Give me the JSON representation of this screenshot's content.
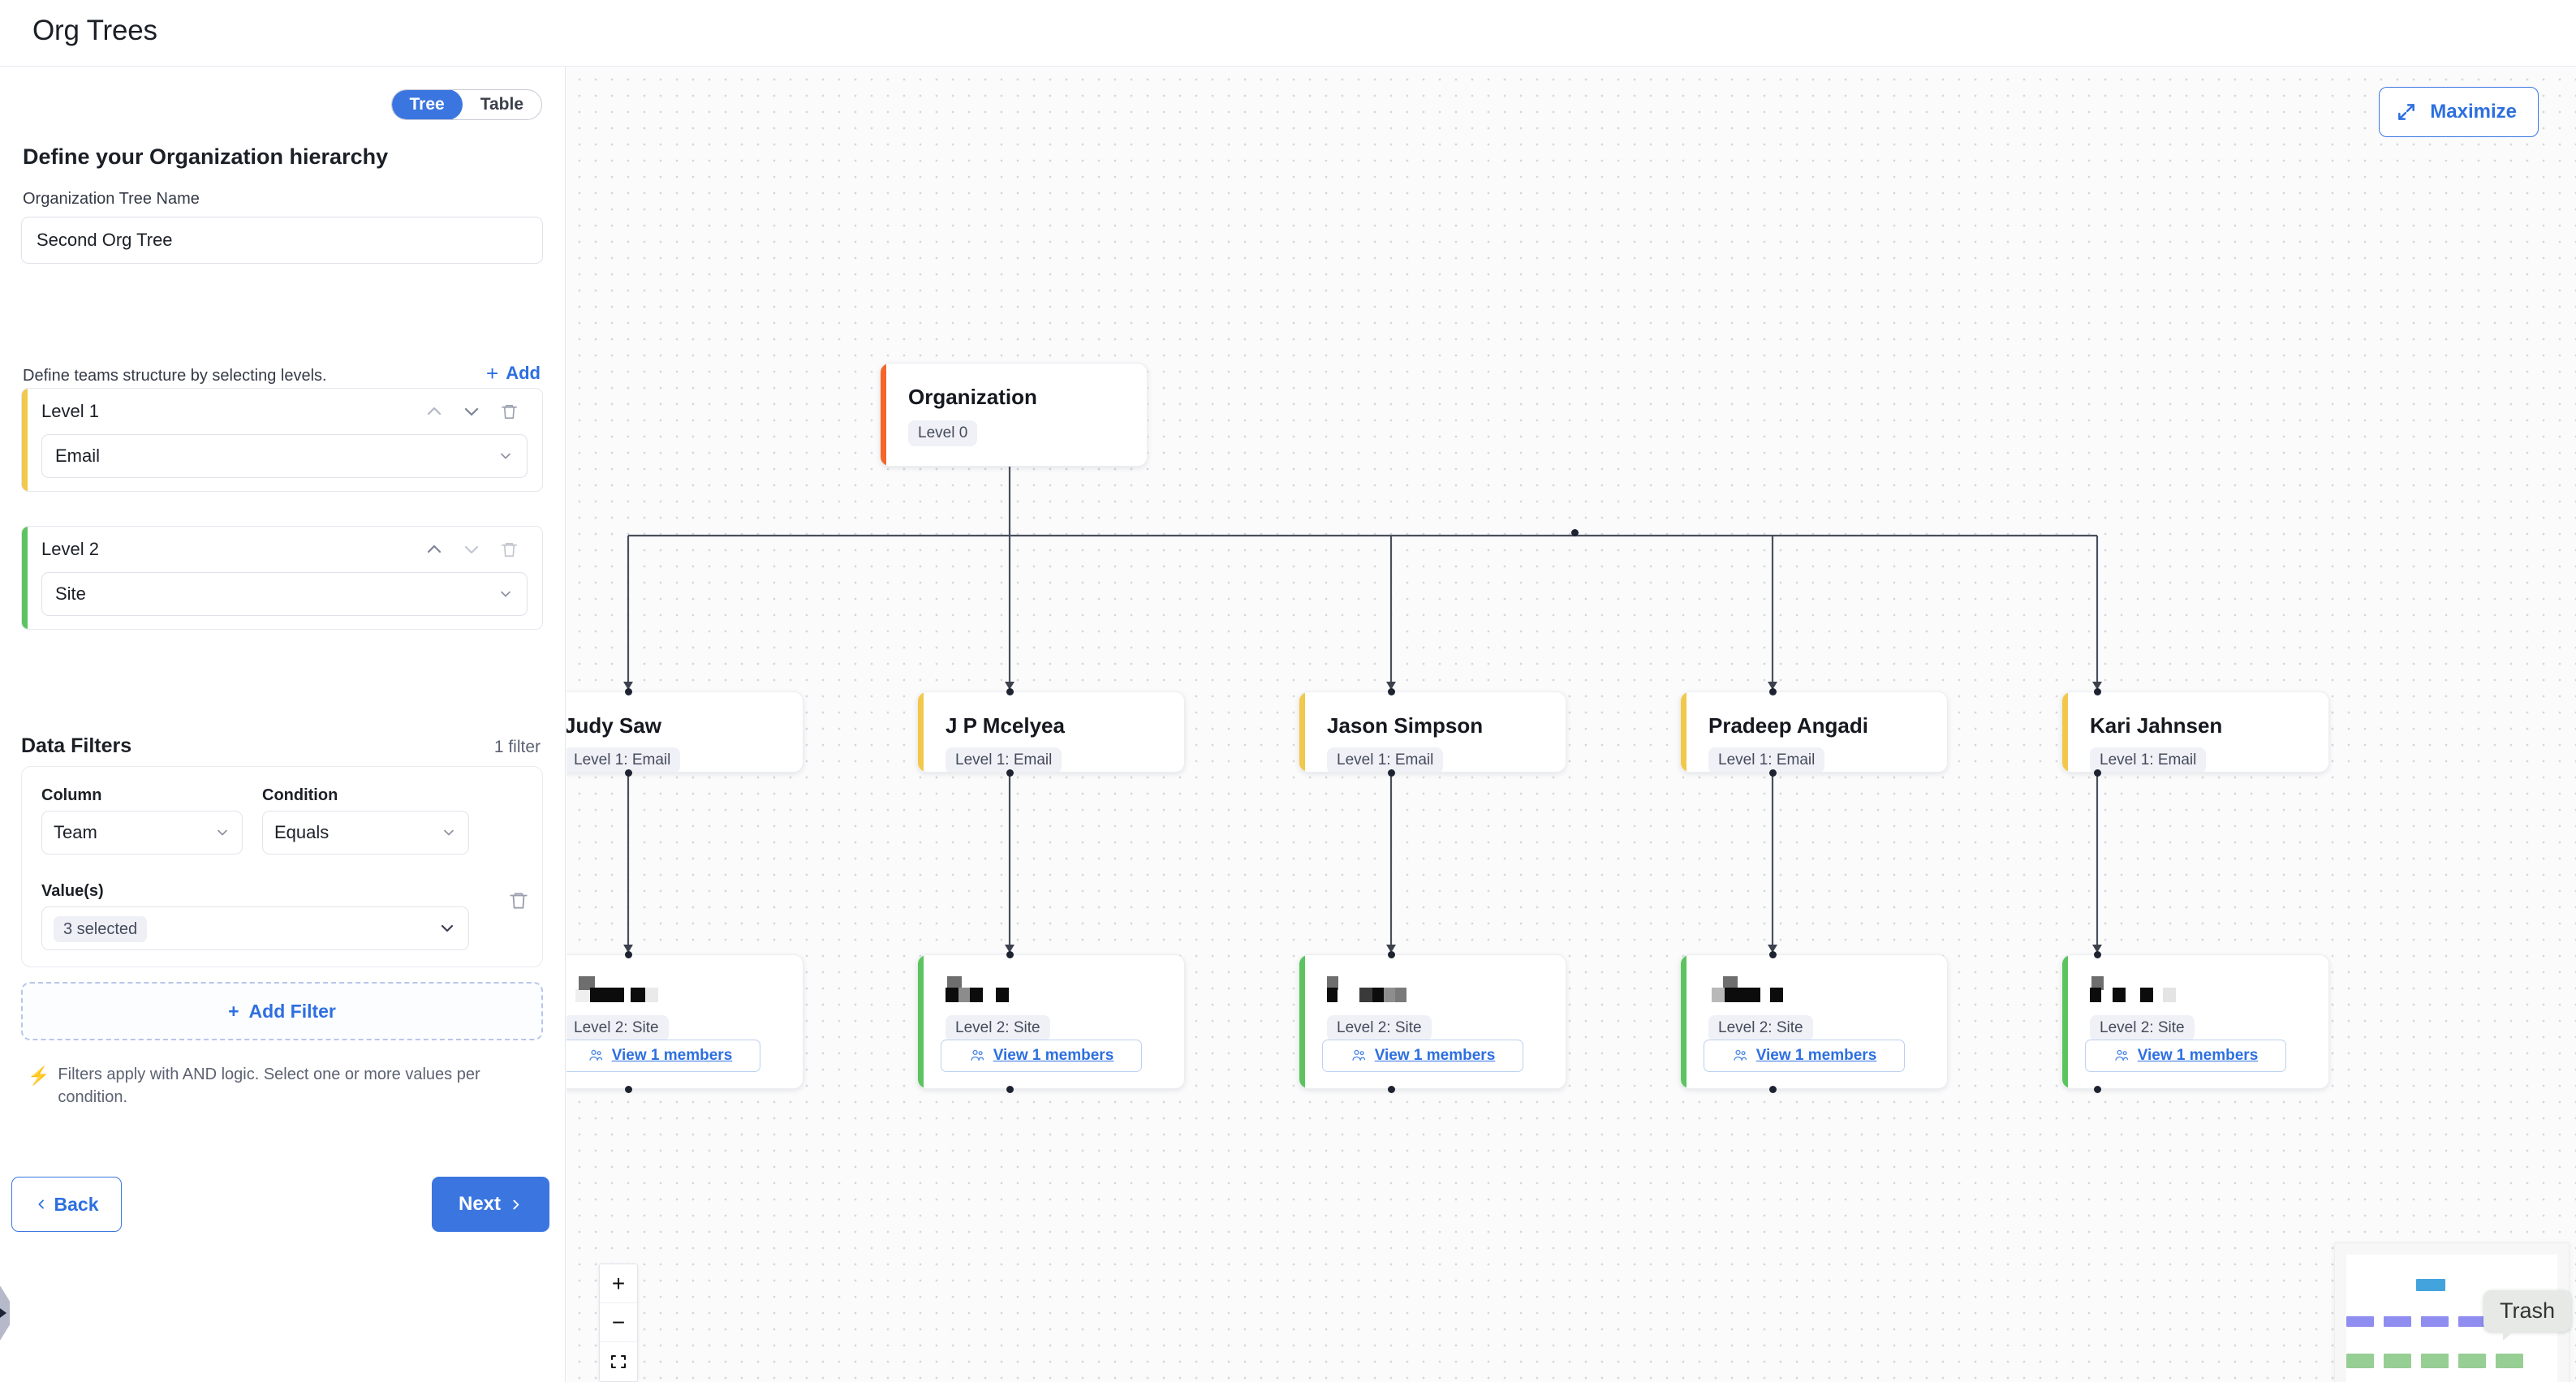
{
  "header": {
    "title": "Org Trees"
  },
  "sidebar": {
    "view_toggle": {
      "options": [
        "Tree",
        "Table"
      ],
      "selected": "Tree"
    },
    "section_title": "Define your Organization hierarchy",
    "name_field": {
      "label": "Organization Tree Name",
      "value": "Second Org Tree"
    },
    "levels_caption": "Define teams structure by selecting levels.",
    "add_label": "Add",
    "levels": [
      {
        "name": "Level 1",
        "value": "Email",
        "accent": "#f2c84b"
      },
      {
        "name": "Level 2",
        "value": "Site",
        "accent": "#5cc45f"
      }
    ],
    "filters": {
      "title": "Data Filters",
      "count_label": "1 filter",
      "column_label": "Column",
      "column_value": "Team",
      "condition_label": "Condition",
      "condition_value": "Equals",
      "values_label": "Value(s)",
      "values_value": "3 selected",
      "add_filter_label": "Add Filter",
      "hint": "Filters apply with AND logic. Select one or more values per condition."
    },
    "back_label": "Back",
    "next_label": "Next"
  },
  "canvas": {
    "maximize_label": "Maximize",
    "zoom_controls": [
      "+",
      "−",
      "fit"
    ],
    "trash_tooltip": "Trash",
    "colors": {
      "accent_root": "#f4662a",
      "accent_level1": "#f2c84b",
      "accent_level2": "#5cc45f",
      "primary_blue": "#2d6fe0"
    },
    "tree": {
      "root": {
        "title": "Organization",
        "badge": "Level 0"
      },
      "level1": [
        {
          "title": "Judy Saw",
          "badge": "Level 1: Email"
        },
        {
          "title": "J P Mcelyea",
          "badge": "Level 1: Email"
        },
        {
          "title": "Jason Simpson",
          "badge": "Level 1: Email"
        },
        {
          "title": "Pradeep Angadi",
          "badge": "Level 1: Email"
        },
        {
          "title": "Kari Jahnsen",
          "badge": "Level 1: Email"
        }
      ],
      "level2": [
        {
          "title": "",
          "title_redacted": true,
          "badge": "Level 2: Site",
          "members_label": "View 1 members"
        },
        {
          "title": "",
          "title_redacted": true,
          "badge": "Level 2: Site",
          "members_label": "View 1 members"
        },
        {
          "title": "",
          "title_redacted": true,
          "badge": "Level 2: Site",
          "members_label": "View 1 members"
        },
        {
          "title": "",
          "title_redacted": true,
          "badge": "Level 2: Site",
          "members_label": "View 1 members"
        },
        {
          "title": "",
          "title_redacted": true,
          "badge": "Level 2: Site",
          "members_label": "View 1 members"
        }
      ]
    }
  }
}
